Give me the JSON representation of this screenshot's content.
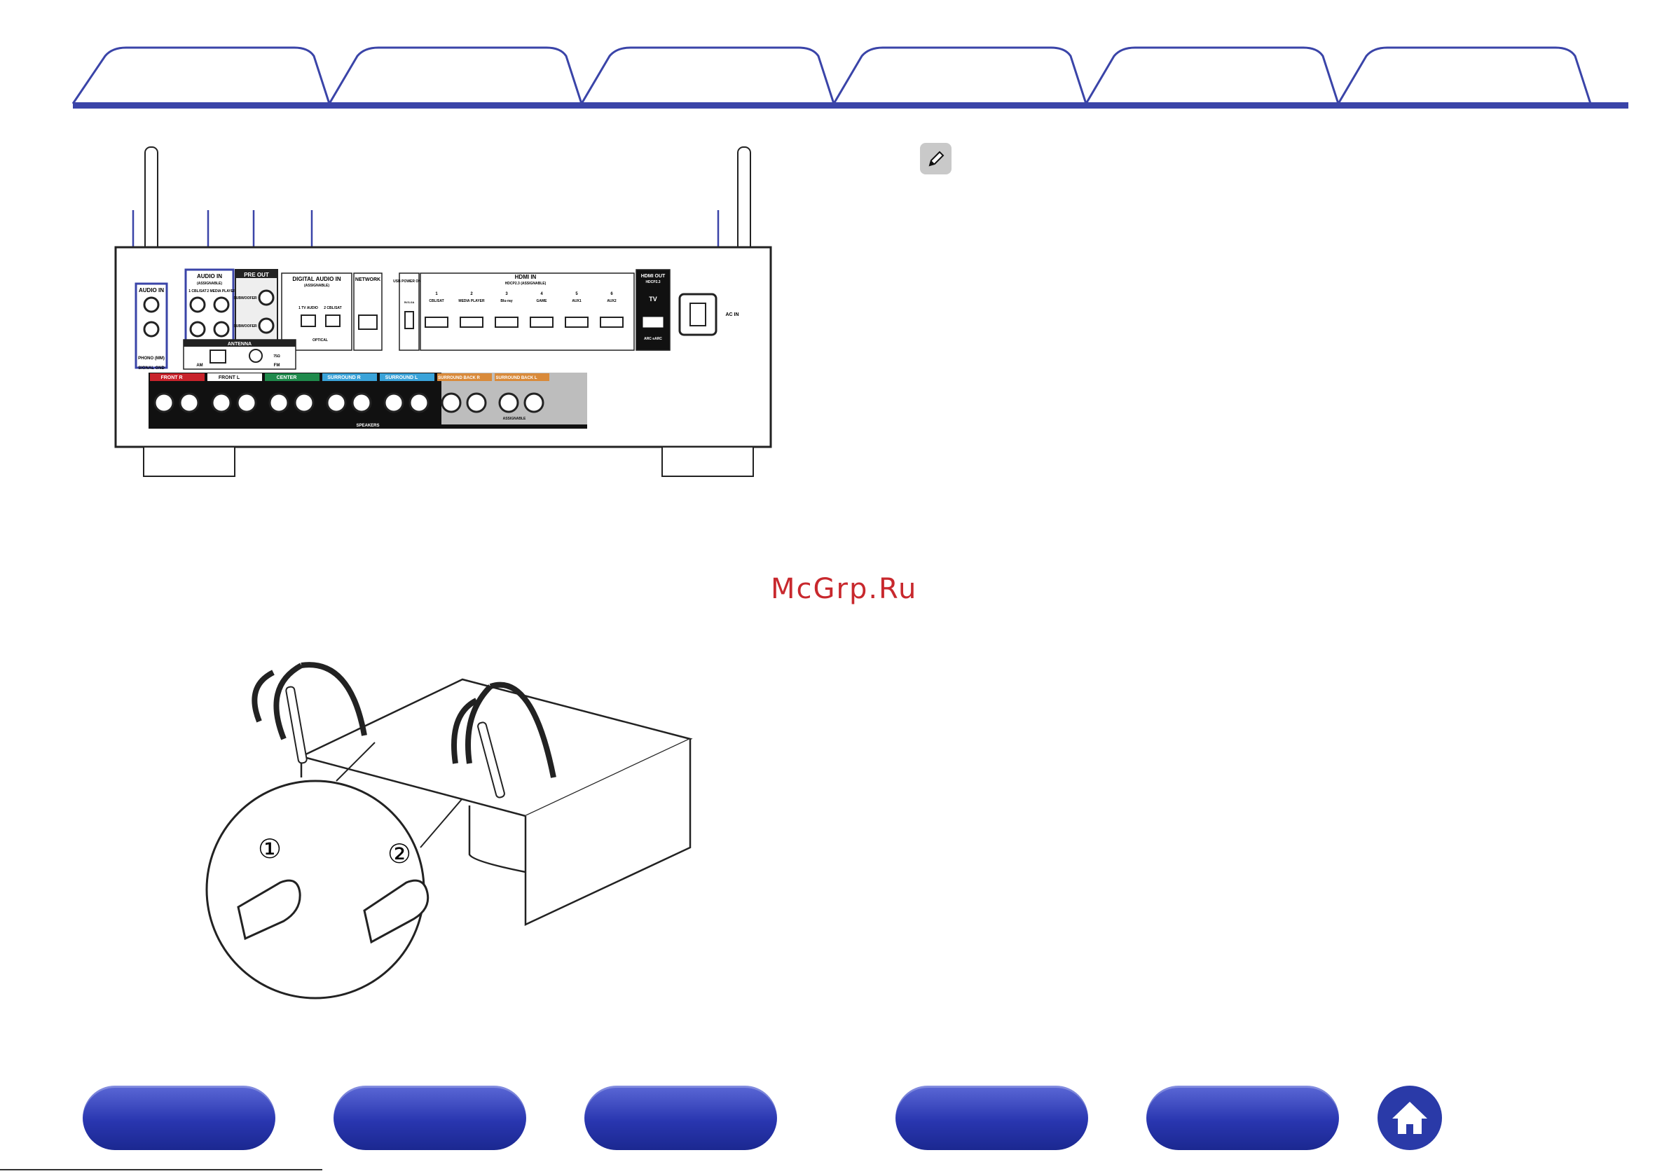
{
  "tabs": {
    "count": 6,
    "color": "#3a44a8"
  },
  "rear_panel": {
    "audio_in_label": "AUDIO IN",
    "audio_in_sub": "(ASSIGNABLE)",
    "audio_in_inputs": [
      "1 CBL/SAT",
      "2 MEDIA PLAYER"
    ],
    "pre_out_label": "PRE OUT",
    "subwoofer_labels": [
      "SUBWOOFER",
      "SUBWOOFER"
    ],
    "phono_label": "PHONO (MM)",
    "signal_gnd_label": "SIGNAL GND",
    "digital_audio_label": "DIGITAL AUDIO IN",
    "digital_audio_sub": "(ASSIGNABLE)",
    "optical_inputs": [
      "1 TV AUDIO",
      "2 CBL/SAT"
    ],
    "optical_label": "OPTICAL",
    "network_label": "NETWORK",
    "usb_label": "USB POWER ONLY",
    "usb_sub": "5V/1.0A",
    "hdmi_in_label": "HDMI IN",
    "hdmi_in_sub": "HDCP2.3 (ASSIGNABLE)",
    "hdmi_inputs": [
      "CBL/SAT",
      "MEDIA PLAYER",
      "Blu-ray",
      "GAME",
      "AUX1",
      "AUX2"
    ],
    "hdmi_numbers": [
      "1",
      "2",
      "3",
      "4",
      "5",
      "6"
    ],
    "hdmi_out_label": "HDMI OUT",
    "hdmi_out_sub": "HDCP2.3",
    "hdmi_out_tv": "TV",
    "hdmi_out_arc": "ARC eARC",
    "ac_in_label": "AC IN",
    "antenna_label": "ANTENNA",
    "am_label": "AM",
    "fm_label": "FM",
    "fm_ohm": "75Ω",
    "speaker_groups": [
      {
        "label": "FRONT R",
        "color": "#c8232c"
      },
      {
        "label": "FRONT L",
        "color": "#ffffff"
      },
      {
        "label": "CENTER",
        "color": "#1f8a4c"
      },
      {
        "label": "SURROUND R",
        "color": "#3aa3d9"
      },
      {
        "label": "SURROUND L",
        "color": "#3aa3d9"
      },
      {
        "label": "SURROUND BACK R",
        "color": "#d98a3a"
      },
      {
        "label": "SURROUND BACK L",
        "color": "#d98a3a"
      }
    ],
    "speakers_label": "SPEAKERS",
    "assignable_label": "ASSIGNABLE"
  },
  "illustration": {
    "steps": [
      "①",
      "②"
    ]
  },
  "watermark": "McGrp.Ru",
  "nav": {
    "buttons": 5,
    "color": "#2936b0"
  }
}
